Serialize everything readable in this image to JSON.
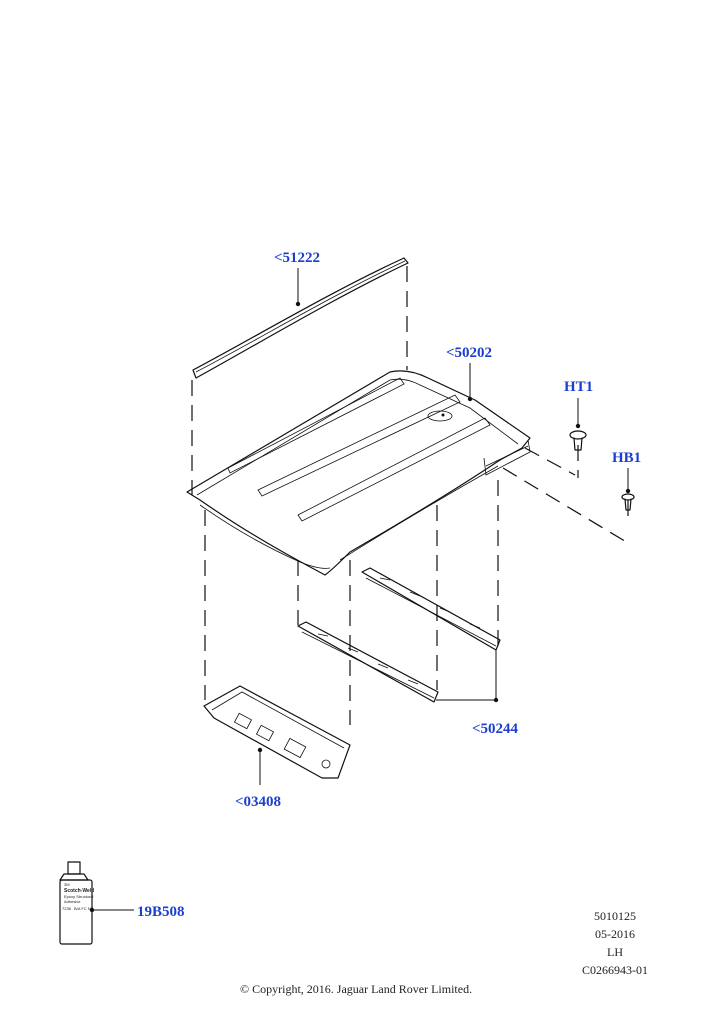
{
  "callouts": {
    "roof_molding": "<51222",
    "roof_panel": "<50202",
    "clip_ht1": "HT1",
    "clip_hb1": "HB1",
    "roof_bows": "<50244",
    "header_panel": "<03408",
    "adhesive": "19B508"
  },
  "adhesive_label": {
    "brand_top": "3M",
    "brand": "Scotch-Weld",
    "line1": "Epoxy Structural",
    "line2": "Adhesive",
    "part": "7238",
    "code": "B/A FC NS"
  },
  "meta": {
    "doc_number": "5010125",
    "date": "05-2016",
    "side": "LH",
    "drawing_id": "C0266943-01"
  },
  "copyright": "© Copyright, 2016. Jaguar Land Rover Limited.",
  "colors": {
    "callout": "#1a3fcf",
    "line": "#111111"
  }
}
